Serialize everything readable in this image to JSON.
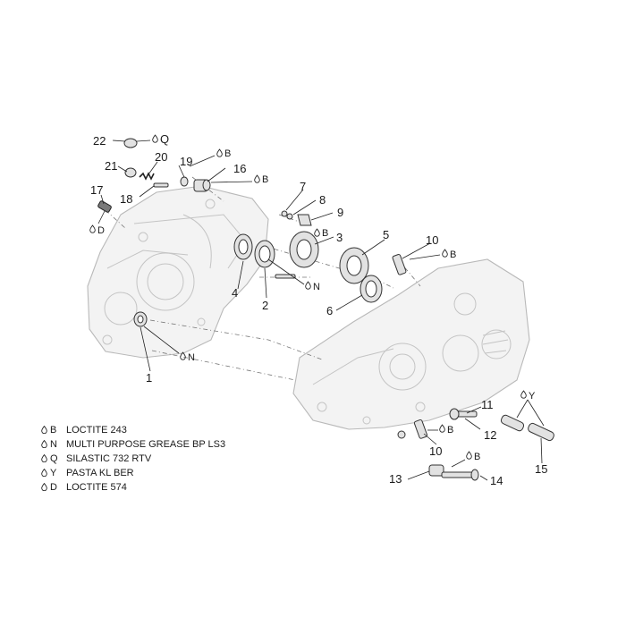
{
  "callouts": [
    {
      "id": "c1",
      "text": "1"
    },
    {
      "id": "c2",
      "text": "2"
    },
    {
      "id": "c3",
      "text": "3"
    },
    {
      "id": "c4",
      "text": "4"
    },
    {
      "id": "c5",
      "text": "5"
    },
    {
      "id": "c6",
      "text": "6"
    },
    {
      "id": "c7",
      "text": "7"
    },
    {
      "id": "c8",
      "text": "8"
    },
    {
      "id": "c9",
      "text": "9"
    },
    {
      "id": "c10a",
      "text": "10"
    },
    {
      "id": "c10b",
      "text": "10"
    },
    {
      "id": "c11",
      "text": "11"
    },
    {
      "id": "c12",
      "text": "12"
    },
    {
      "id": "c13",
      "text": "13"
    },
    {
      "id": "c14",
      "text": "14"
    },
    {
      "id": "c15",
      "text": "15"
    },
    {
      "id": "c16",
      "text": "16"
    },
    {
      "id": "c17",
      "text": "17"
    },
    {
      "id": "c18",
      "text": "18"
    },
    {
      "id": "c19",
      "text": "19"
    },
    {
      "id": "c20",
      "text": "20"
    },
    {
      "id": "c21",
      "text": "21"
    },
    {
      "id": "c22",
      "text": "22"
    }
  ],
  "lubricant_marks": [
    {
      "id": "m22",
      "code": "Q"
    },
    {
      "id": "m19",
      "code": "B"
    },
    {
      "id": "m16",
      "code": "B"
    },
    {
      "id": "m17",
      "code": "D"
    },
    {
      "id": "m9",
      "code": "B"
    },
    {
      "id": "m2",
      "code": "N"
    },
    {
      "id": "m10a",
      "code": "B"
    },
    {
      "id": "m1",
      "code": "N"
    },
    {
      "id": "m15",
      "code": "Y"
    },
    {
      "id": "m10b",
      "code": "B"
    },
    {
      "id": "m14",
      "code": "B"
    }
  ],
  "legend": [
    {
      "code": "B",
      "description": "LOCTITE 243"
    },
    {
      "code": "N",
      "description": "MULTI PURPOSE GREASE BP LS3"
    },
    {
      "code": "Q",
      "description": "SILASTIC 732 RTV"
    },
    {
      "code": "Y",
      "description": "PASTA KL BER"
    },
    {
      "code": "D",
      "description": "LOCTITE 574"
    }
  ],
  "colors": {
    "line": "#222222",
    "case_outline": "#b9b9b9",
    "case_fill": "#f3f3f3",
    "text": "#1a1a1a"
  },
  "icons": {
    "lubricant": "oil-drop-icon"
  }
}
